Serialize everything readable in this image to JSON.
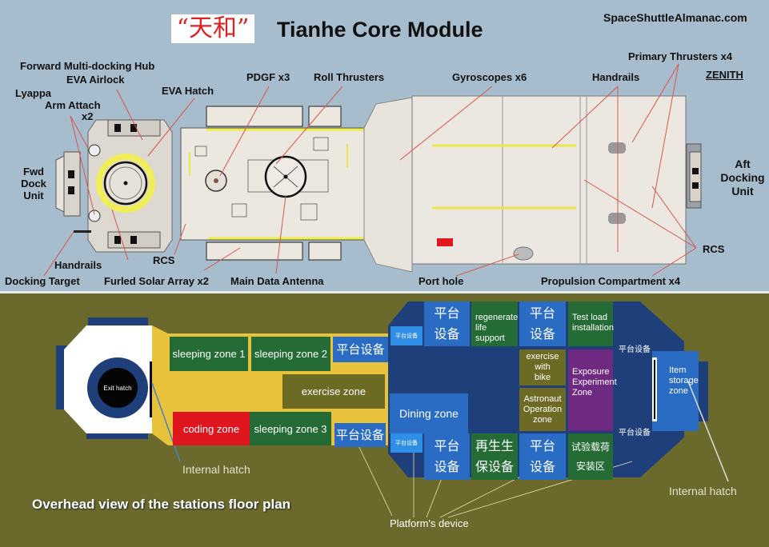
{
  "top_diagram": {
    "title_cn": "“天和”",
    "title_en": "Tianhe Core Module",
    "source": "SpaceShuttleAlmanac.com",
    "orientation": "ZENITH",
    "labels": {
      "forward_hub": "Forward Multi-docking Hub",
      "eva_airlock": "EVA Airlock",
      "lyappa": "Lyappa",
      "arm_attach": "Arm  Attach",
      "arm_attach_count": "x2",
      "eva_hatch": "EVA Hatch",
      "pdgf": "PDGF x3",
      "roll_thrusters": "Roll Thrusters",
      "gyroscopes": "Gyroscopes x6",
      "handrails_top": "Handrails",
      "primary_thrusters": "Primary Thrusters x4",
      "fwd_dock_1": "Fwd",
      "fwd_dock_2": "Dock",
      "fwd_dock_3": "Unit",
      "aft_dock_1": "Aft",
      "aft_dock_2": "Docking",
      "aft_dock_3": "Unit",
      "handrails_bottom": "Handrails",
      "rcs_left": "RCS",
      "rcs_right": "RCS",
      "docking_target": "Docking Target",
      "furled_solar": "Furled Solar Array x2",
      "main_antenna": "Main Data Antenna",
      "port_hole": "Port hole",
      "propulsion": "Propulsion Compartment x4"
    }
  },
  "floor_plan": {
    "caption": "Overhead view of the stations floor plan",
    "exit_hatch": "Exit hatch",
    "internal_hatch_left": "Internal hatch",
    "internal_hatch_right": "Internal hatch",
    "platform_device_label": "Platform's device",
    "zones": {
      "sleeping_1": "sleeping zone 1",
      "sleeping_2": "sleeping zone 2",
      "sleeping_3": "sleeping zone 3",
      "platform_a": "平台设备",
      "platform_b": "平台设备",
      "exercise": "exercise zone",
      "coding": "coding zone",
      "dining": "Dining zone",
      "small_platform_top": "平台设备",
      "small_platform_bottom": "平台设备",
      "platform_top_1_l1": "平台",
      "platform_top_1_l2": "设备",
      "regen_life": "regenerate life support",
      "platform_top_2_l1": "平台",
      "platform_top_2_l2": "设备",
      "test_load": "Test load installation",
      "exercise_bike": "exercise with bike",
      "astronaut_op": "Astronaut Operation zone",
      "exposure": "Exposure Experiment Zone",
      "platform_bot_1_l1": "平台",
      "platform_bot_1_l2": "设备",
      "regen_cn_l1": "再生生",
      "regen_cn_l2": "保设备",
      "platform_bot_2_l1": "平台",
      "platform_bot_2_l2": "设备",
      "test_cn_l1": "试验载荷",
      "test_cn_l2": "安装区",
      "aft_platform_top": "平台设备",
      "aft_platform_bottom": "平台设备",
      "item_storage": "Item storage zone"
    },
    "colors": {
      "background": "#6b6a2c",
      "yellow_corridor": "#e8c23a",
      "navy": "#1f3f7a",
      "blue": "#2a6cc4",
      "light_blue": "#2f8fe6",
      "green": "#246b35",
      "olive": "#6d6a24",
      "red": "#e0161f",
      "purple": "#6e2a80"
    }
  }
}
